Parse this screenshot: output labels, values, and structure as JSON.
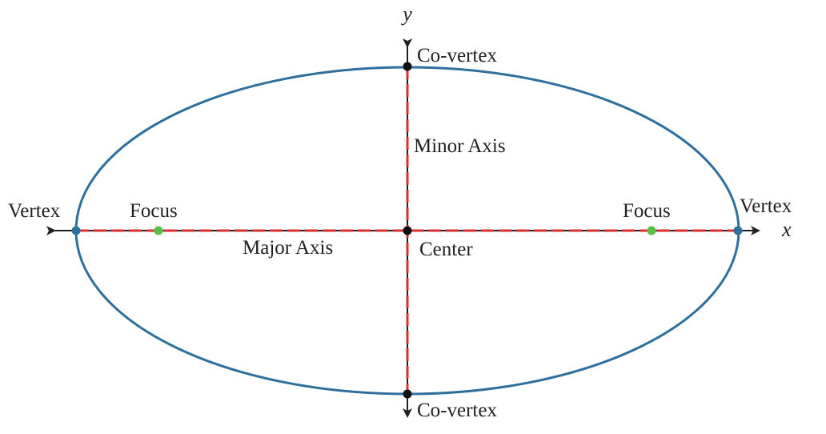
{
  "labels": {
    "y_axis": "y",
    "x_axis": "x",
    "co_vertex_top": "Co-vertex",
    "co_vertex_bottom": "Co-vertex",
    "minor_axis": "Minor Axis",
    "vertex_left": "Vertex",
    "vertex_right": "Vertex",
    "focus_left": "Focus",
    "focus_right": "Focus",
    "major_axis": "Major Axis",
    "center": "Center"
  },
  "colors": {
    "ellipse": "#2e6f9e",
    "axes_dash": "#d7322f",
    "axis_lines": "#231f20",
    "vertex_points": "#2e6f9e",
    "focus_points": "#5bbf45",
    "center_points": "#111111"
  }
}
